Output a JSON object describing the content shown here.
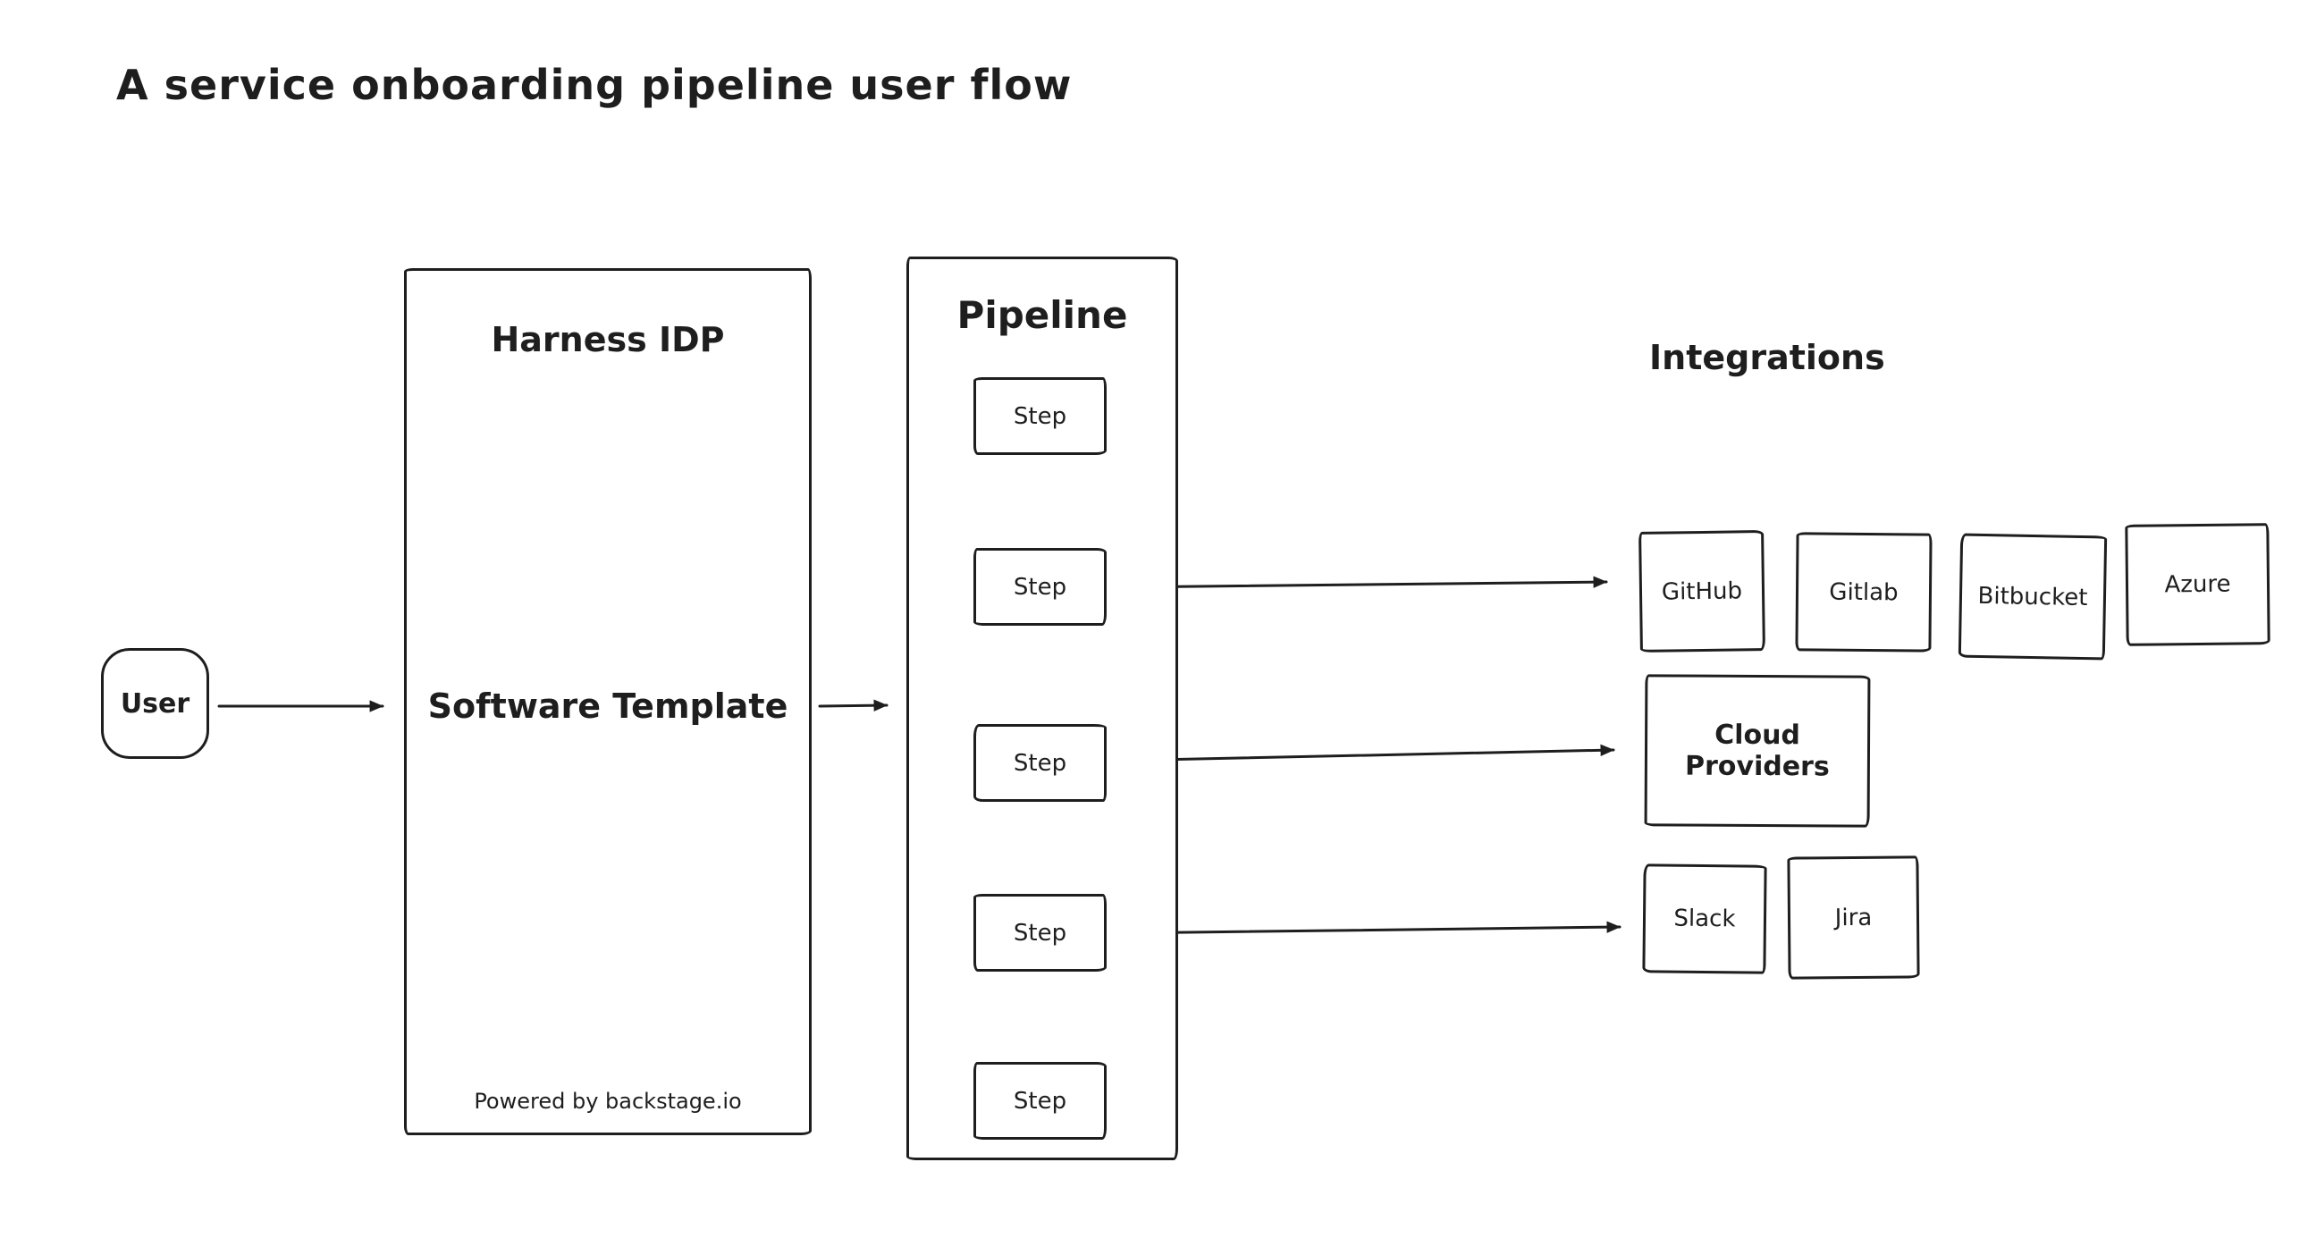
{
  "title": "A service onboarding pipeline user flow",
  "colors": {
    "stroke": "#1e1e1e",
    "background": "#ffffff"
  },
  "user": {
    "label": "User"
  },
  "harness": {
    "title": "Harness IDP",
    "center_label": "Software Template",
    "footer": "Powered by backstage.io"
  },
  "pipeline": {
    "title": "Pipeline",
    "steps": [
      "Step",
      "Step",
      "Step",
      "Step",
      "Step"
    ]
  },
  "integrations": {
    "title": "Integrations",
    "scm": [
      "GitHub",
      "Gitlab",
      "Bitbucket",
      "Azure"
    ],
    "cloud": "Cloud Providers",
    "collab": [
      "Slack",
      "Jira"
    ]
  }
}
